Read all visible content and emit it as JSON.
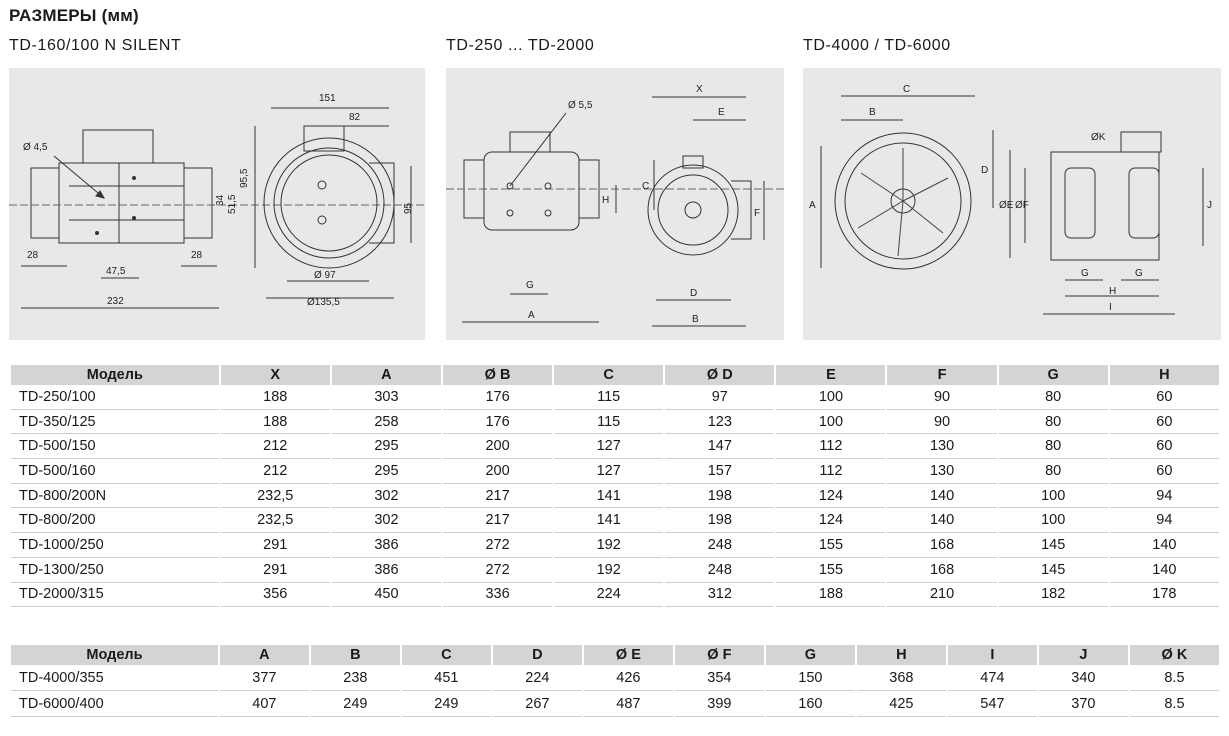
{
  "header": {
    "title": "РАЗМЕРЫ (мм)",
    "sub1": "TD-160/100 N SILENT",
    "sub2": "TD-250 ... TD-2000",
    "sub3": "TD-4000 / TD-6000"
  },
  "drawing1": {
    "d45": "Ø 4,5",
    "w151": "151",
    "w82": "82",
    "h955": "95,5",
    "h34": "34",
    "h515": "51,5",
    "h95": "95",
    "d28a": "28",
    "d475": "47,5",
    "d28b": "28",
    "w232": "232",
    "d97": "Ø 97",
    "d1355": "Ø135,5"
  },
  "drawing2": {
    "d55": "Ø 5,5",
    "x": "X",
    "e": "E",
    "c": "C",
    "h": "H",
    "f": "F",
    "g": "G",
    "a": "A",
    "d": "D",
    "b": "B"
  },
  "drawing3": {
    "c": "C",
    "b": "B",
    "k": "ØK",
    "d": "D",
    "a": "A",
    "e": "ØE",
    "f": "ØF",
    "j": "J",
    "g1": "G",
    "g2": "G",
    "h": "H",
    "i": "I"
  },
  "table1": {
    "headers": [
      "Модель",
      "X",
      "A",
      "Ø B",
      "C",
      "Ø D",
      "E",
      "F",
      "G",
      "H"
    ],
    "rows": [
      [
        "TD-250/100",
        "188",
        "303",
        "176",
        "115",
        "97",
        "100",
        "90",
        "80",
        "60"
      ],
      [
        "TD-350/125",
        "188",
        "258",
        "176",
        "115",
        "123",
        "100",
        "90",
        "80",
        "60"
      ],
      [
        "TD-500/150",
        "212",
        "295",
        "200",
        "127",
        "147",
        "112",
        "130",
        "80",
        "60"
      ],
      [
        "TD-500/160",
        "212",
        "295",
        "200",
        "127",
        "157",
        "112",
        "130",
        "80",
        "60"
      ],
      [
        "TD-800/200N",
        "232,5",
        "302",
        "217",
        "141",
        "198",
        "124",
        "140",
        "100",
        "94"
      ],
      [
        "TD-800/200",
        "232,5",
        "302",
        "217",
        "141",
        "198",
        "124",
        "140",
        "100",
        "94"
      ],
      [
        "TD-1000/250",
        "291",
        "386",
        "272",
        "192",
        "248",
        "155",
        "168",
        "145",
        "140"
      ],
      [
        "TD-1300/250",
        "291",
        "386",
        "272",
        "192",
        "248",
        "155",
        "168",
        "145",
        "140"
      ],
      [
        "TD-2000/315",
        "356",
        "450",
        "336",
        "224",
        "312",
        "188",
        "210",
        "182",
        "178"
      ]
    ]
  },
  "table2": {
    "headers": [
      "Модель",
      "A",
      "B",
      "C",
      "D",
      "Ø E",
      "Ø F",
      "G",
      "H",
      "I",
      "J",
      "Ø K"
    ],
    "rows": [
      [
        "TD-4000/355",
        "377",
        "238",
        "451",
        "224",
        "426",
        "354",
        "150",
        "368",
        "474",
        "340",
        "8.5"
      ],
      [
        "TD-6000/400",
        "407",
        "249",
        "249",
        "267",
        "487",
        "399",
        "160",
        "425",
        "547",
        "370",
        "8.5"
      ]
    ]
  }
}
